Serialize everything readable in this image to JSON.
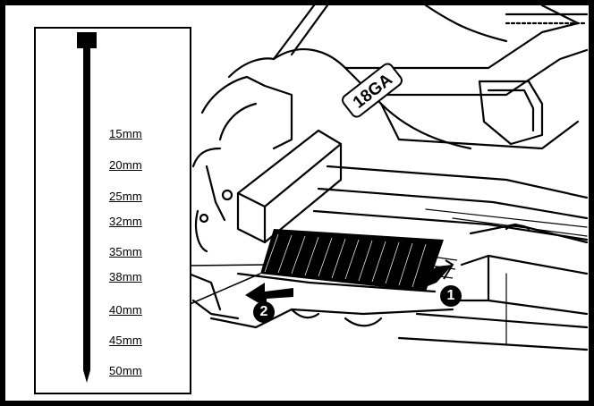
{
  "scale": {
    "labels": [
      "15mm",
      "20mm",
      "25mm",
      "32mm",
      "35mm",
      "38mm",
      "40mm",
      "45mm",
      "50mm"
    ]
  },
  "tool": {
    "gauge_text": "18GA"
  },
  "steps": {
    "step1": "1",
    "step2": "2"
  },
  "colors": {
    "line": "#000000",
    "background": "#ffffff"
  }
}
